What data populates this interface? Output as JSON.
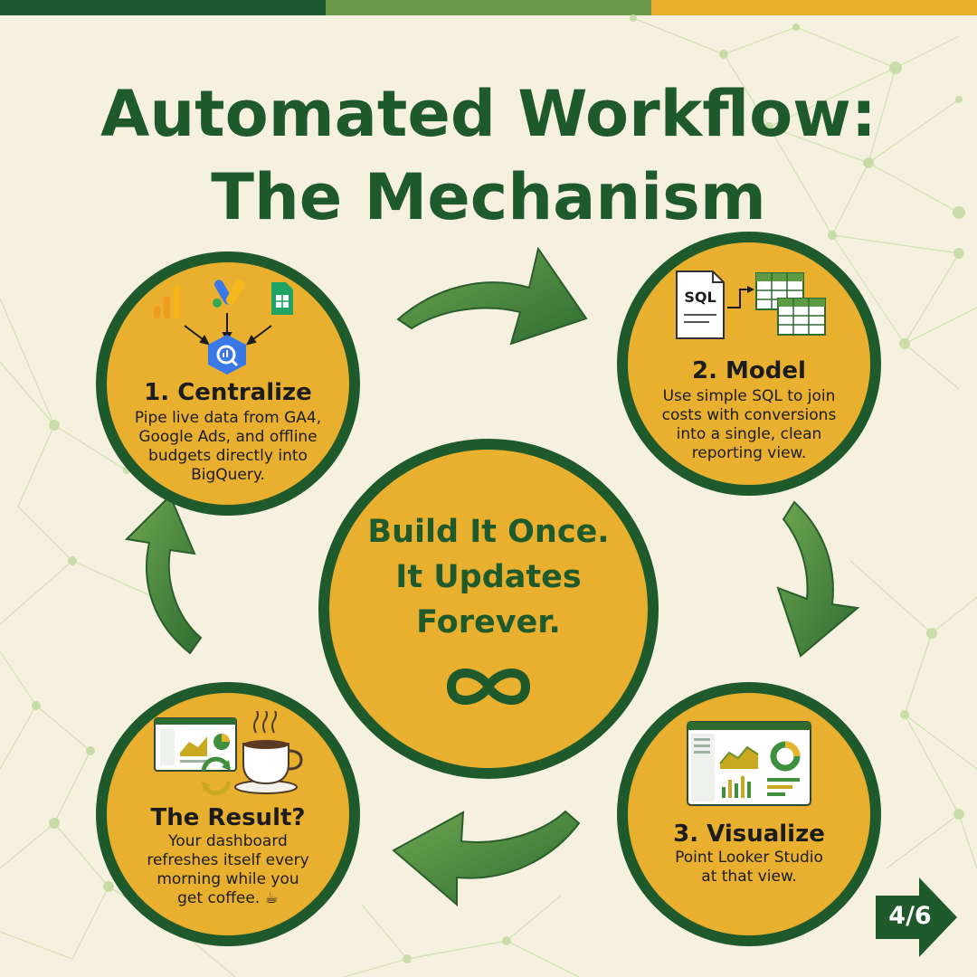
{
  "title": {
    "line1": "Automated Workflow:",
    "line2": "The Mechanism"
  },
  "colors": {
    "dark_green": "#1f5a2c",
    "mid_green": "#4f8a3c",
    "gold": "#e8b02e",
    "cream": "#f6f1df"
  },
  "center": {
    "line1": "Build It Once.",
    "line2": "It Updates",
    "line3": "Forever.",
    "icon": "infinity-icon"
  },
  "steps": [
    {
      "title": "1. Centralize",
      "desc_lines": [
        "Pipe live data from GA4,",
        "Google Ads, and offline",
        "budgets directly into",
        "BigQuery."
      ],
      "icons": [
        "google-analytics-icon",
        "google-ads-icon",
        "google-sheets-icon",
        "bigquery-icon"
      ]
    },
    {
      "title": "2. Model",
      "desc_lines": [
        "Use simple SQL to join",
        "costs with conversions",
        "into a single, clean",
        "reporting view."
      ],
      "icons": [
        "sql-file-icon",
        "table-icon"
      ],
      "sql_label": "SQL"
    },
    {
      "title": "3. Visualize",
      "desc_lines": [
        "Point Looker Studio",
        "at that view."
      ],
      "icons": [
        "dashboard-icon"
      ]
    },
    {
      "title": "The Result?",
      "desc_lines": [
        "Your dashboard",
        "refreshes itself every",
        "morning while you",
        "get coffee. ☕"
      ],
      "icons": [
        "dashboard-refresh-icon",
        "coffee-cup-icon"
      ]
    }
  ],
  "page_indicator": "4/6"
}
